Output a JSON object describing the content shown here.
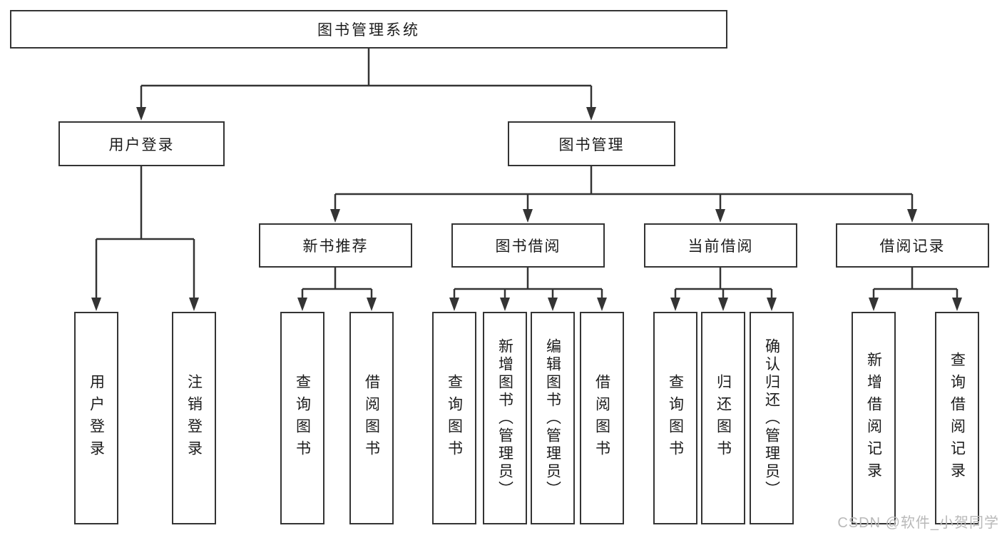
{
  "title": "图书管理系统",
  "level2": [
    {
      "label": "用户登录"
    },
    {
      "label": "图书管理"
    }
  ],
  "level3": [
    {
      "label": "新书推荐"
    },
    {
      "label": "图书借阅"
    },
    {
      "label": "当前借阅"
    },
    {
      "label": "借阅记录"
    }
  ],
  "leaves": {
    "user_login": [
      "用户登录",
      "注销登录"
    ],
    "new_books": [
      "查询图书",
      "借阅图书"
    ],
    "book_borrow": [
      "查询图书",
      "新增图书（管理员）",
      "编辑图书（管理员）",
      "借阅图书"
    ],
    "current_borrow": [
      "查询图书",
      "归还图书",
      "确认归还（管理员）"
    ],
    "records": [
      "新增借阅记录",
      "查询借阅记录"
    ]
  },
  "watermark": {
    "text": "CSDN @软件_小贺同学"
  },
  "colors": {
    "line": "#343434",
    "text": "#1c1c1c",
    "background": "#ffffff",
    "watermark": "#b9b9b9"
  }
}
